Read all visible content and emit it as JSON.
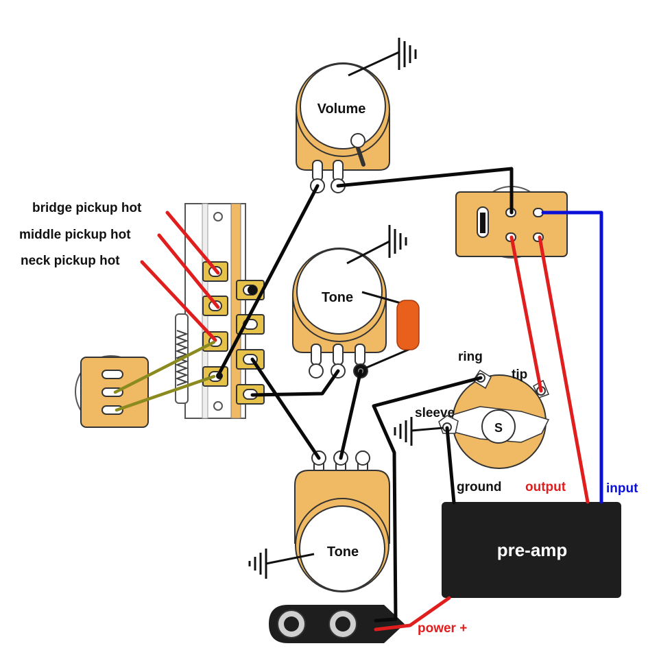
{
  "labels": {
    "bridge": "bridge pickup hot",
    "middle": "middle pickup hot",
    "neck": "neck pickup hot",
    "volume": "Volume",
    "tone_upper": "Tone",
    "tone_lower": "Tone",
    "ring": "ring",
    "tip": "tip",
    "sleeve": "sleeve",
    "jack_s": "S",
    "ground": "ground",
    "output": "output",
    "input": "input",
    "preamp": "pre-amp",
    "power": "power +"
  },
  "colors": {
    "pot_body": "#F0B963",
    "pot_outline": "#333333",
    "lug": "#E6C24B",
    "wire_hot": "#E01E1E",
    "wire_signal": "#0A0A0A",
    "wire_input": "#0A10D8",
    "wire_pickup": "#8A8A1F",
    "capacitor": "#E8601C",
    "preamp": "#1E1E1E"
  }
}
